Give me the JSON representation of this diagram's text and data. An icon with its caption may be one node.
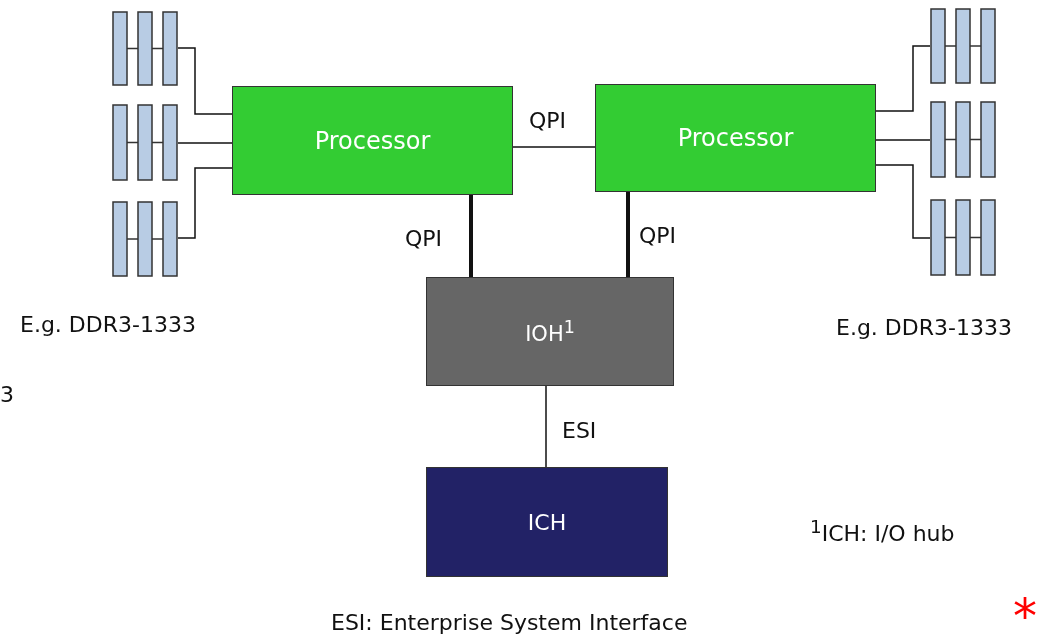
{
  "diagram": {
    "nodes": [
      {
        "text": [
          "Processor"
        ]
      },
      {
        "text": [
          "Processor"
        ]
      },
      {
        "text": [
          "IOH$^{1}$"
        ]
      },
      {
        "text": [
          "ICH"
        ]
      },
      {
        "text": [],
        "shape": "bar"
      },
      {
        "text": [],
        "shape": "bar"
      },
      {
        "text": [],
        "shape": "bar"
      },
      {
        "text": [],
        "shape": "bar"
      },
      {
        "text": [],
        "shape": "bar"
      },
      {
        "text": [],
        "shape": "bar"
      }
    ],
    "edges": [
      {
        "from": 0,
        "to": 1,
        "arrow": "none",
        "label": "QPI"
      },
      {
        "from": 0,
        "to": 2,
        "arrow": "none",
        "label": "QPI",
        "style": "thick"
      },
      {
        "from": 1,
        "to": 2,
        "arrow": "none",
        "label": "QPI",
        "style": "thick"
      },
      {
        "from": 2,
        "to": 3,
        "arrow": "none",
        "label": "ESI"
      },
      {
        "from": 0,
        "to": 4,
        "arrow": "none"
      },
      {
        "from": 0,
        "to": 5,
        "arrow": "none"
      },
      {
        "from": 0,
        "to": 6,
        "arrow": "none"
      },
      {
        "from": 1,
        "to": 7,
        "arrow": "none"
      },
      {
        "from": 1,
        "to": 8,
        "arrow": "none"
      },
      {
        "from": 1,
        "to": 9,
        "arrow": "none"
      }
    ],
    "labels": [
      "E.g. DDR3-1333",
      "E.g. DDR3-1333",
      "3",
      "$^{1}$ICH: I/O hub",
      "ESI: Enterprise System Interface",
      "*"
    ]
  }
}
